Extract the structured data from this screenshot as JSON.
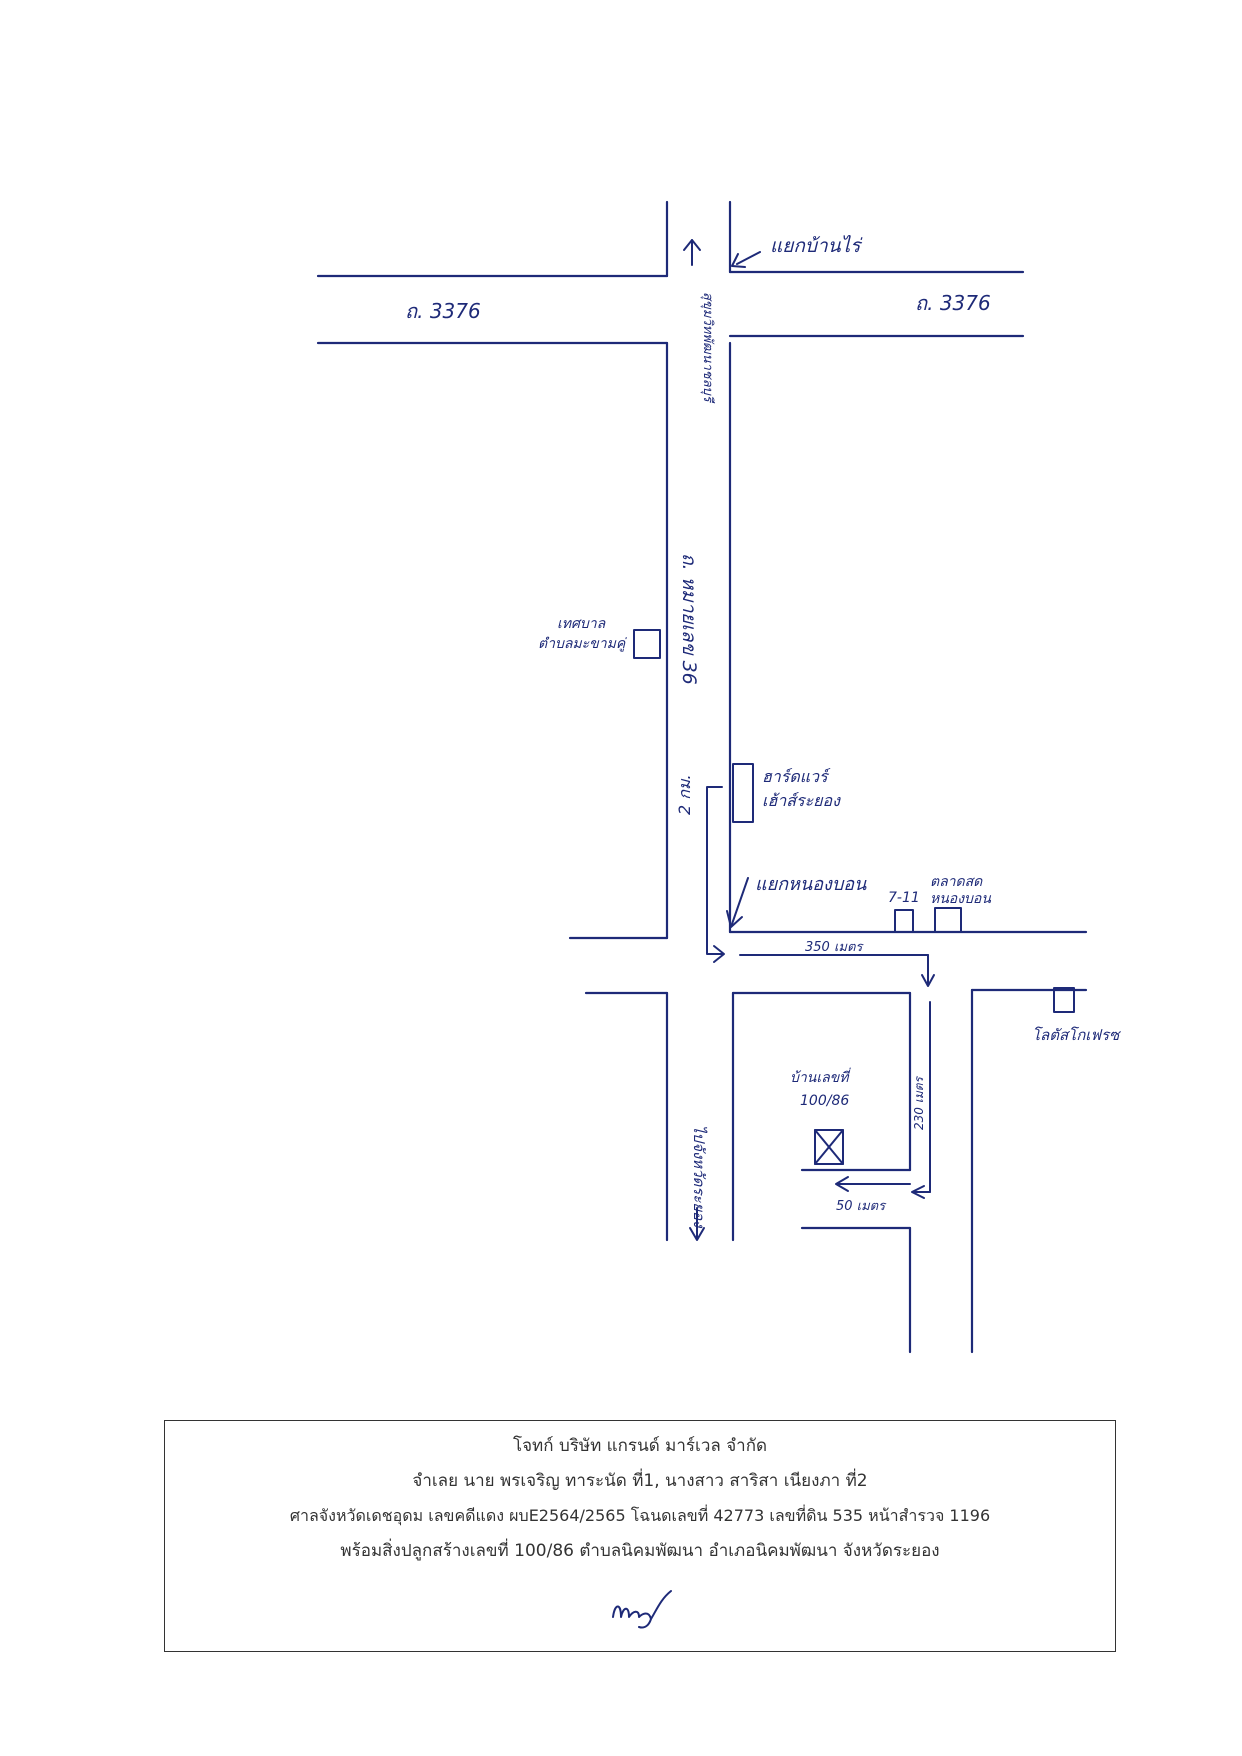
{
  "map": {
    "road_top_left": "ถ. 3376",
    "road_top_right": "ถ. 3376",
    "junction_top": "แยกบ้านไร่",
    "road_vertical_upper": "สุขุมวิทพัฒนาชลบุรี",
    "road_vertical_main": "ถ. หมายเลข 36",
    "municipality": [
      "เทศบาล",
      "ตำบลมะขามคู่"
    ],
    "hardware_store": [
      "ฮาร์ดแวร์",
      "เฮ้าส์ระยอง"
    ],
    "junction_middle": "แยกหนองบอน",
    "distance_2km": "2 กม.",
    "seven_eleven": "7-11",
    "market": [
      "ตลาดสด",
      "หนองบอน"
    ],
    "distance_350m": "350 เมตร",
    "lotus": "โลตัสโกเฟรซ",
    "house": [
      "บ้านเลขที่",
      "100/86"
    ],
    "distance_230m": "230 เมตร",
    "distance_50m": "50 เมตร",
    "direction_rayong": "ไปจังหวัดระยอง"
  },
  "colors": {
    "ink": "#1e2a78",
    "print": "#333333"
  },
  "info": {
    "line1": "โจทก์ บริษัท แกรนด์ มาร์เวล จำกัด",
    "line2": "จำเลย นาย พรเจริญ ทาระนัด ที่1, นางสาว สาริสา เนียงภา ที่2",
    "line3": "ศาลจังหวัดเดชอุดม เลขคดีแดง ผบE2564/2565 โฉนดเลขที่ 42773 เลขที่ดิน 535 หน้าสำรวจ 1196",
    "line4": "พร้อมสิ่งปลูกสร้างเลขที่ 100/86 ตำบลนิคมพัฒนา อำเภอนิคมพัฒนา จังหวัดระยอง"
  }
}
